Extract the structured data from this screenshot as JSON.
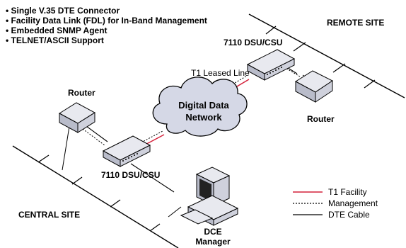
{
  "features": [
    "• Single V.35 DTE Connector",
    "• Facility Data Link (FDL) for In-Band Management",
    "• Embedded SNMP Agent",
    "• TELNET/ASCII Support"
  ],
  "sites": {
    "remote": "REMOTE SITE",
    "central": "CENTRAL SITE"
  },
  "devices": {
    "remote_dsu": "7110 DSU/CSU",
    "central_dsu": "7110 DSU/CSU",
    "router_left": "Router",
    "router_right": "Router",
    "manager_line1": "DCE",
    "manager_line2": "Manager"
  },
  "network": {
    "leased_line": "T1 Leased Line",
    "cloud_line1": "Digital Data",
    "cloud_line2": "Network"
  },
  "legend": {
    "t1": "T1 Facility",
    "management": "Management",
    "dte": "DTE Cable"
  },
  "colors": {
    "t1_line": "#d4203a",
    "cloud_fill": "#d5d8e6",
    "device_top": "#e8e9ef",
    "device_side": "#b9bcca"
  }
}
